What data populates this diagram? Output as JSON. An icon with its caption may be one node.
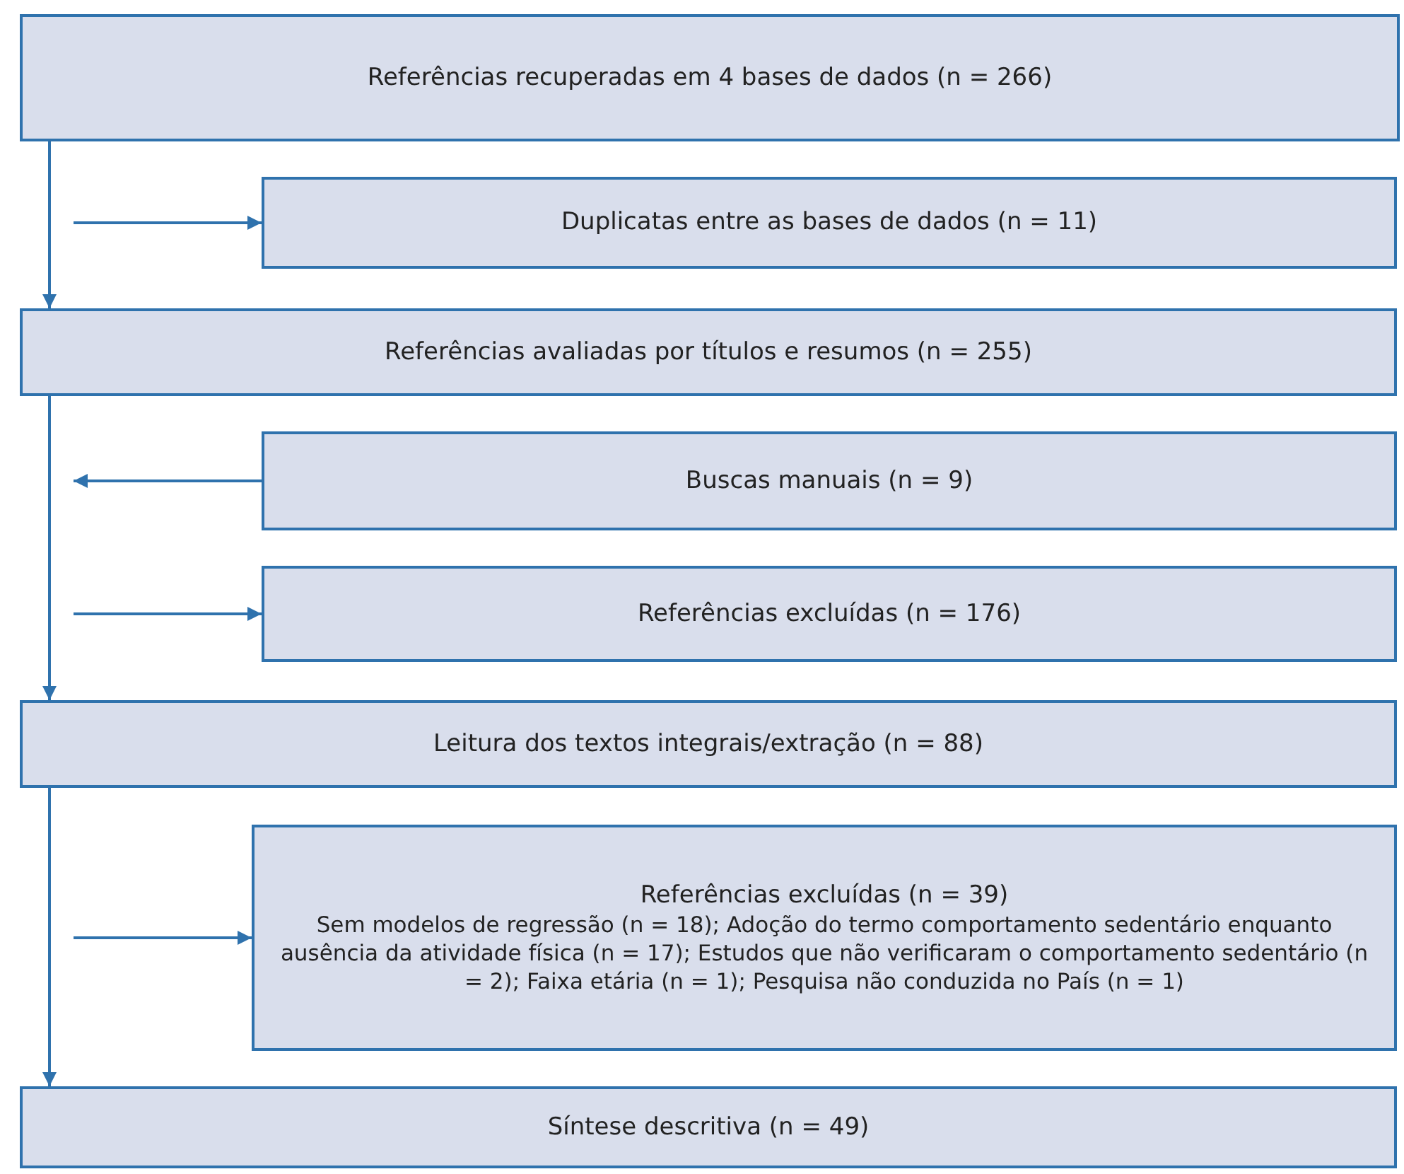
{
  "diagram": {
    "nodes": [
      {
        "text": [
          "Referências recuperadas em 4 bases de dados (n = 266)"
        ]
      },
      {
        "text": [
          "Duplicatas entre as bases de dados (n = 11)"
        ]
      },
      {
        "text": [
          "Referências avaliadas por títulos e resumos (n = 255)"
        ]
      },
      {
        "text": [
          "Buscas manuais (n = 9)"
        ]
      },
      {
        "text": [
          "Referências excluídas (n = 176)"
        ]
      },
      {
        "text": [
          "Leitura dos textos integrais/extração (n = 88)"
        ]
      },
      {
        "text": [
          "Referências excluídas (n = 39)",
          "Sem modelos de regressão (n = 18); Adoção do termo comportamento sedentário enquanto ausência da atividade física (n = 17); Estudos que não verificaram o comportamento sedentário (n = 2); Faixa etária (n = 1); Pesquisa não conduzida no País (n = 1)"
        ]
      },
      {
        "text": [
          "Síntese descritiva (n = 49)"
        ]
      }
    ],
    "edges": [
      {
        "from": 0,
        "to": 2,
        "arrow": "to"
      },
      {
        "from": null,
        "to": 1,
        "arrow": "to"
      },
      {
        "from": 2,
        "to": 5,
        "arrow": "to"
      },
      {
        "from": 3,
        "to": null,
        "arrow": "to"
      },
      {
        "from": null,
        "to": 4,
        "arrow": "to"
      },
      {
        "from": 5,
        "to": 7,
        "arrow": "to"
      },
      {
        "from": null,
        "to": 6,
        "arrow": "to"
      }
    ]
  }
}
